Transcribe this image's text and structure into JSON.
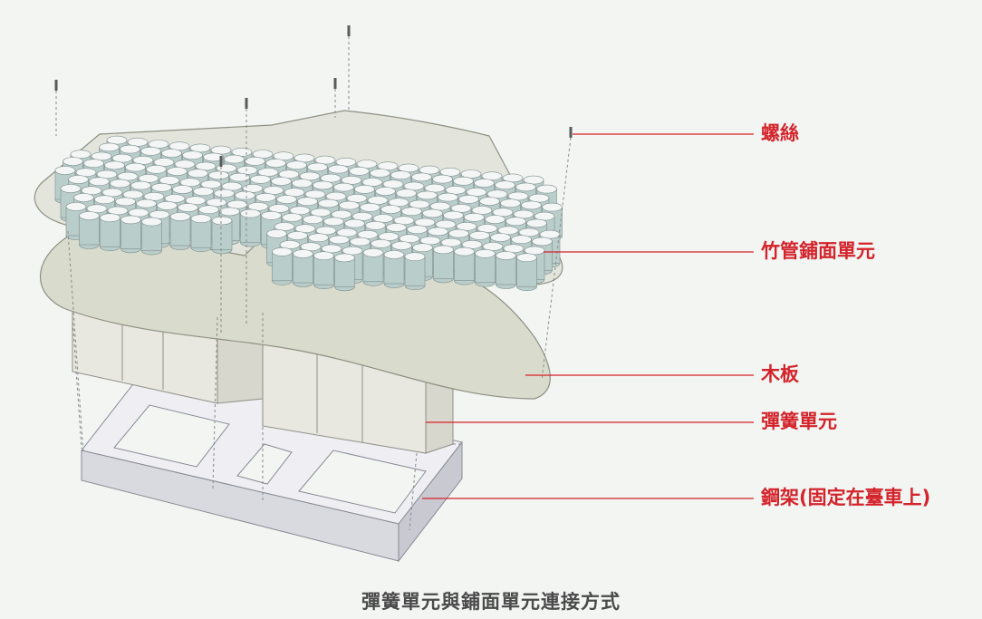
{
  "labels": {
    "screw": "螺絲",
    "bamboo_unit": "竹管鋪面單元",
    "board": "木板",
    "spring_unit": "彈簧單元",
    "steel_frame": "鋼架(固定在臺車上)"
  },
  "caption": "彈簧單元與鋪面單元連接方式",
  "colors": {
    "background": "#f2f5f2",
    "leader_line": "#d4232b",
    "label_text": "#d4232b",
    "caption_text": "#4a4a4a",
    "tube_body": "#b9cdcb",
    "tube_top": "#f4f6f6",
    "board": "#d9dbcc",
    "spring_box": "#e8e8e0",
    "steel_frame": "#e0e0e6"
  }
}
